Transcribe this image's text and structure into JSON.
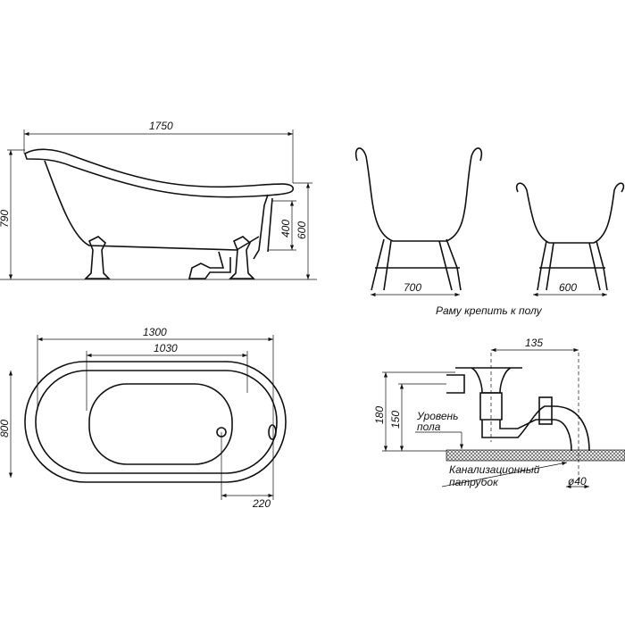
{
  "side_view": {
    "length": "1750",
    "height_total": "790",
    "rim_height": "600",
    "overflow_height": "400"
  },
  "frames": {
    "wide_width": "700",
    "narrow_width": "600",
    "note": "Раму крепить к полу"
  },
  "top_view": {
    "outer_length": "1300",
    "inner_length": "1030",
    "width": "800",
    "drain_offset": "220"
  },
  "drain_detail": {
    "offset": "135",
    "height_180": "180",
    "height_150": "150",
    "floor_label_1": "Уровень",
    "floor_label_2": "пола",
    "pipe_label_1": "Канализационный",
    "pipe_label_2": "патрубок",
    "diameter": "ø40"
  }
}
